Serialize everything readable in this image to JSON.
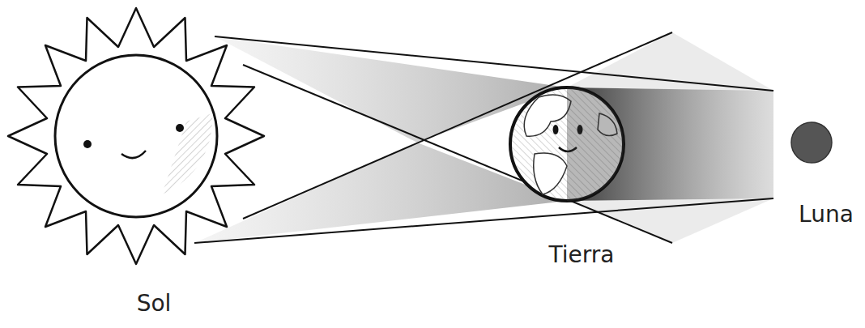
{
  "diagram": {
    "labels": [
      "Sol",
      "Tierra",
      "Luna"
    ]
  }
}
